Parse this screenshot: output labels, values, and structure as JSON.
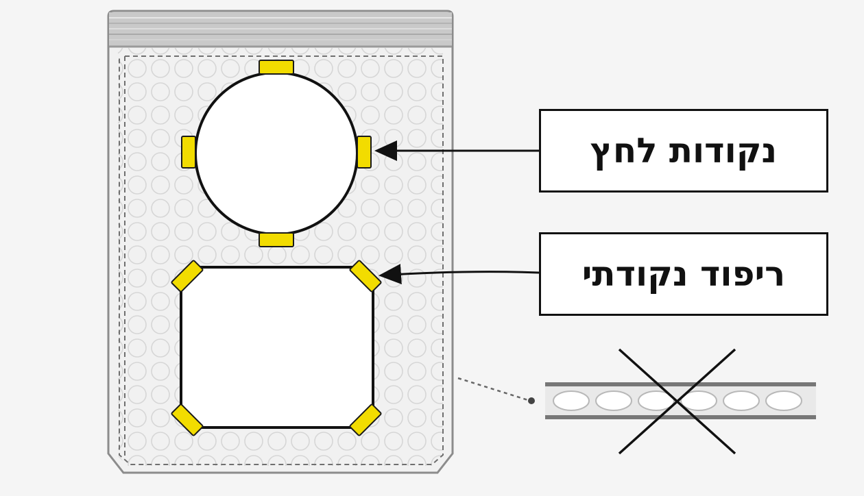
{
  "labels": {
    "pressure_points": "נקודות לחץ",
    "spot_padding": "ריפוד נקודתי"
  },
  "icons": {
    "envelope": "padded-bubble-envelope",
    "round_item": "circle-item",
    "square_item": "rectangle-item",
    "corner_guard": "yellow-pad",
    "cross_section": "bubble-wrap-cross-section",
    "rejection": "x-cross-mark"
  },
  "colors": {
    "pad_yellow": "#f2dc00",
    "outline": "#111111",
    "envelope_fill": "#f1f1f1",
    "bubble_stroke": "#d8d8d8",
    "seal_gray": "#b5b5b5"
  }
}
